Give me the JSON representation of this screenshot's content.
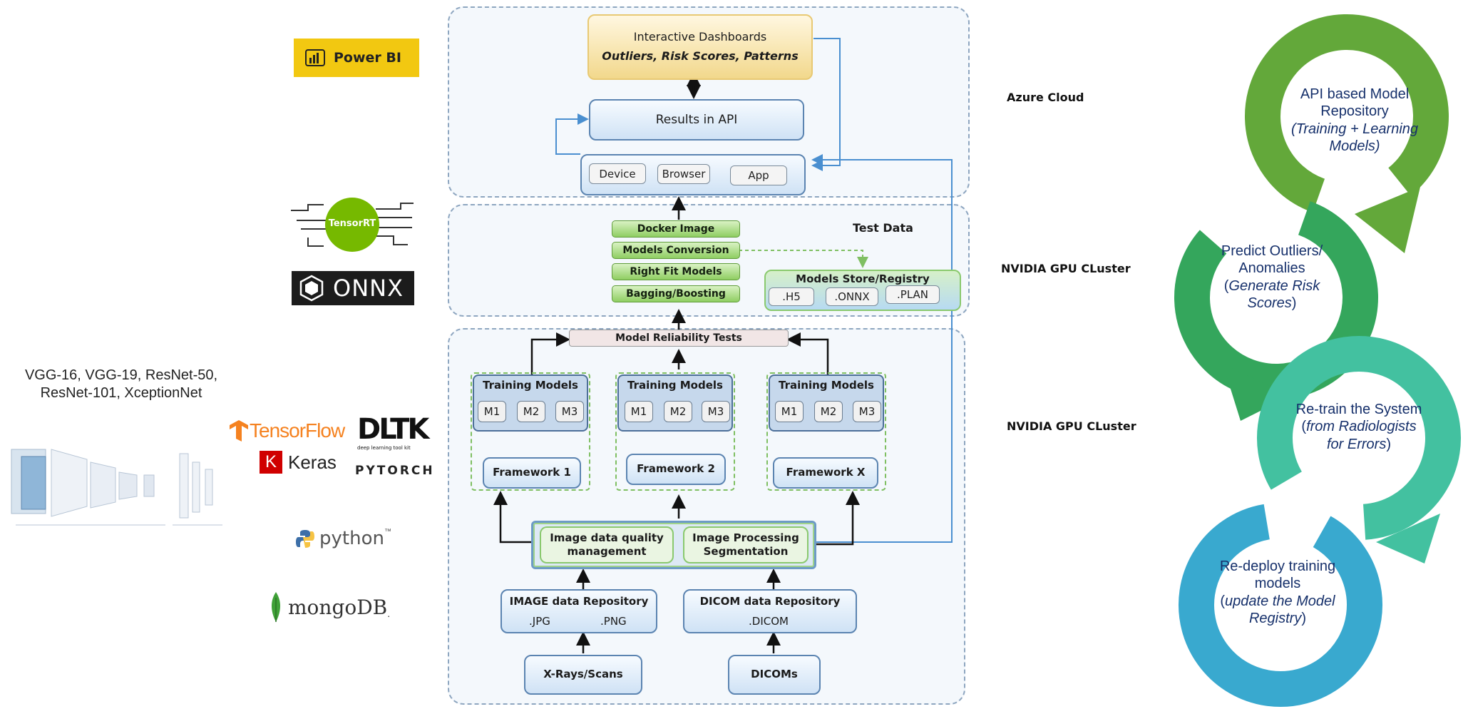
{
  "dashboard": {
    "title": "Interactive Dashboards",
    "subtitle": "Outliers, Risk Scores, Patterns"
  },
  "results": "Results in API",
  "clients": [
    "Device",
    "Browser",
    "App"
  ],
  "pipeline_steps": [
    "Docker Image",
    "Models Conversion",
    "Right Fit Models",
    "Bagging/Boosting"
  ],
  "test_data": "Test Data",
  "registry": {
    "title": "Models Store/Registry",
    "formats": [
      ".H5",
      ".ONNX",
      ".PLAN"
    ]
  },
  "reliability": "Model Reliability Tests",
  "training": [
    {
      "title": "Training Models",
      "models": [
        "M1",
        "M2",
        "M3"
      ],
      "framework": "Framework 1"
    },
    {
      "title": "Training Models",
      "models": [
        "M1",
        "M2",
        "M3"
      ],
      "framework": "Framework 2"
    },
    {
      "title": "Training Models",
      "models": [
        "M1",
        "M2",
        "M3"
      ],
      "framework": "Framework X"
    }
  ],
  "quality": {
    "left": "Image data quality management",
    "right": "Image Processing Segmentation"
  },
  "repos": [
    {
      "title": "IMAGE data Repository",
      "formats": [
        ".JPG",
        ".PNG"
      ]
    },
    {
      "title": "DICOM data Repository",
      "formats": [
        ".DICOM"
      ]
    }
  ],
  "sources": [
    "X-Rays/Scans",
    "DICOMs"
  ],
  "zones": [
    "Azure Cloud",
    "NVIDIA GPU CLuster",
    "NVIDIA GPU CLuster"
  ],
  "tools": {
    "powerbi": "Power BI",
    "tensorrt": "TensorRT",
    "onnx": "ONNX",
    "cnn_models": "VGG-16, VGG-19, ResNet-50, ResNet-101, XceptionNet",
    "tensorflow": "TensorFlow",
    "keras": "Keras",
    "keras_badge": "K",
    "dltk": "DLTK",
    "dltk_sub": "deep learning tool kit",
    "pytorch": "PYTORCH",
    "python": "python",
    "python_tm": "™",
    "mongodb": "mongoDB",
    "mongodb_dot": "."
  },
  "cycle": [
    {
      "text": "API based Model Repository",
      "italic": "(Training + Learning Models)",
      "color": "#63a83a"
    },
    {
      "text": "Predict Outliers/ Anomalies",
      "italic_prefix": "(",
      "italic": "Generate Risk Scores",
      "suffix": ")",
      "color": "#34a65c"
    },
    {
      "text": "Re-train the System (",
      "italic": "from Radiologists for Errors",
      "suffix": ")",
      "color": "#43c1a0"
    },
    {
      "text": "Re-deploy training models",
      "italic_prefix": "(",
      "italic": "update the Model Registry",
      "suffix": ")",
      "color": "#39a9cf"
    }
  ]
}
